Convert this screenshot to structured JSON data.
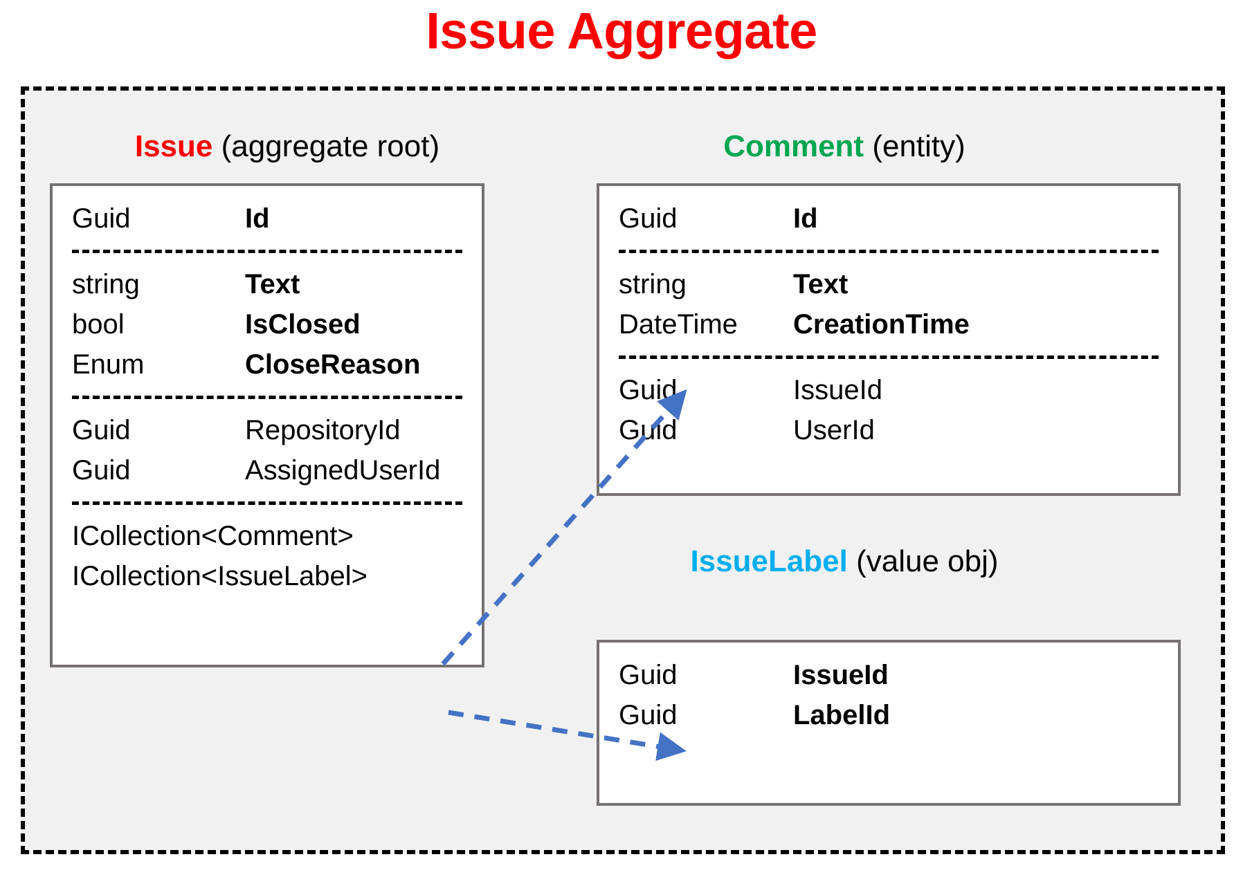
{
  "title": "Issue Aggregate",
  "colors": {
    "title_red": "#FF0000",
    "issue_red": "#FF0000",
    "comment_green": "#00A650",
    "issuelabel_blue": "#00AEEF",
    "boundary_black": "#000000",
    "box_border_gray": "#767171",
    "boundary_fill": "#F1F1F1",
    "arrow_blue": "#4472C4"
  },
  "entities": {
    "issue": {
      "name": "Issue",
      "stereotype": "(aggregate root)",
      "groups": [
        {
          "rows": [
            {
              "type": "Guid",
              "name": "Id",
              "bold": true
            }
          ]
        },
        {
          "rows": [
            {
              "type": "string",
              "name": "Text",
              "bold": true
            },
            {
              "type": "bool",
              "name": "IsClosed",
              "bold": true
            },
            {
              "type": "Enum",
              "name": "CloseReason",
              "bold": true
            }
          ]
        },
        {
          "rows": [
            {
              "type": "Guid",
              "name": "RepositoryId",
              "bold": false
            },
            {
              "type": "Guid",
              "name": "AssignedUserId",
              "bold": false
            }
          ]
        },
        {
          "rows": [
            {
              "full": "ICollection<Comment>"
            },
            {
              "full": "ICollection<IssueLabel>"
            }
          ]
        }
      ]
    },
    "comment": {
      "name": "Comment",
      "stereotype": "(entity)",
      "groups": [
        {
          "rows": [
            {
              "type": "Guid",
              "name": "Id",
              "bold": true
            }
          ]
        },
        {
          "rows": [
            {
              "type": "string",
              "name": "Text",
              "bold": true
            },
            {
              "type": "DateTime",
              "name": "CreationTime",
              "bold": true
            }
          ]
        },
        {
          "rows": [
            {
              "type": "Guid",
              "name": "IssueId",
              "bold": false
            },
            {
              "type": "Guid",
              "name": "UserId",
              "bold": false
            }
          ]
        }
      ]
    },
    "issuelabel": {
      "name": "IssueLabel",
      "stereotype": "(value obj)",
      "groups": [
        {
          "rows": [
            {
              "type": "Guid",
              "name": "IssueId",
              "bold": true
            },
            {
              "type": "Guid",
              "name": "LabelId",
              "bold": true
            }
          ]
        }
      ]
    }
  },
  "connectors": [
    {
      "from": "ICollection<Comment>",
      "to": "Comment",
      "style": "dashed-arrow"
    },
    {
      "from": "ICollection<IssueLabel>",
      "to": "IssueLabel",
      "style": "dashed-arrow"
    }
  ]
}
